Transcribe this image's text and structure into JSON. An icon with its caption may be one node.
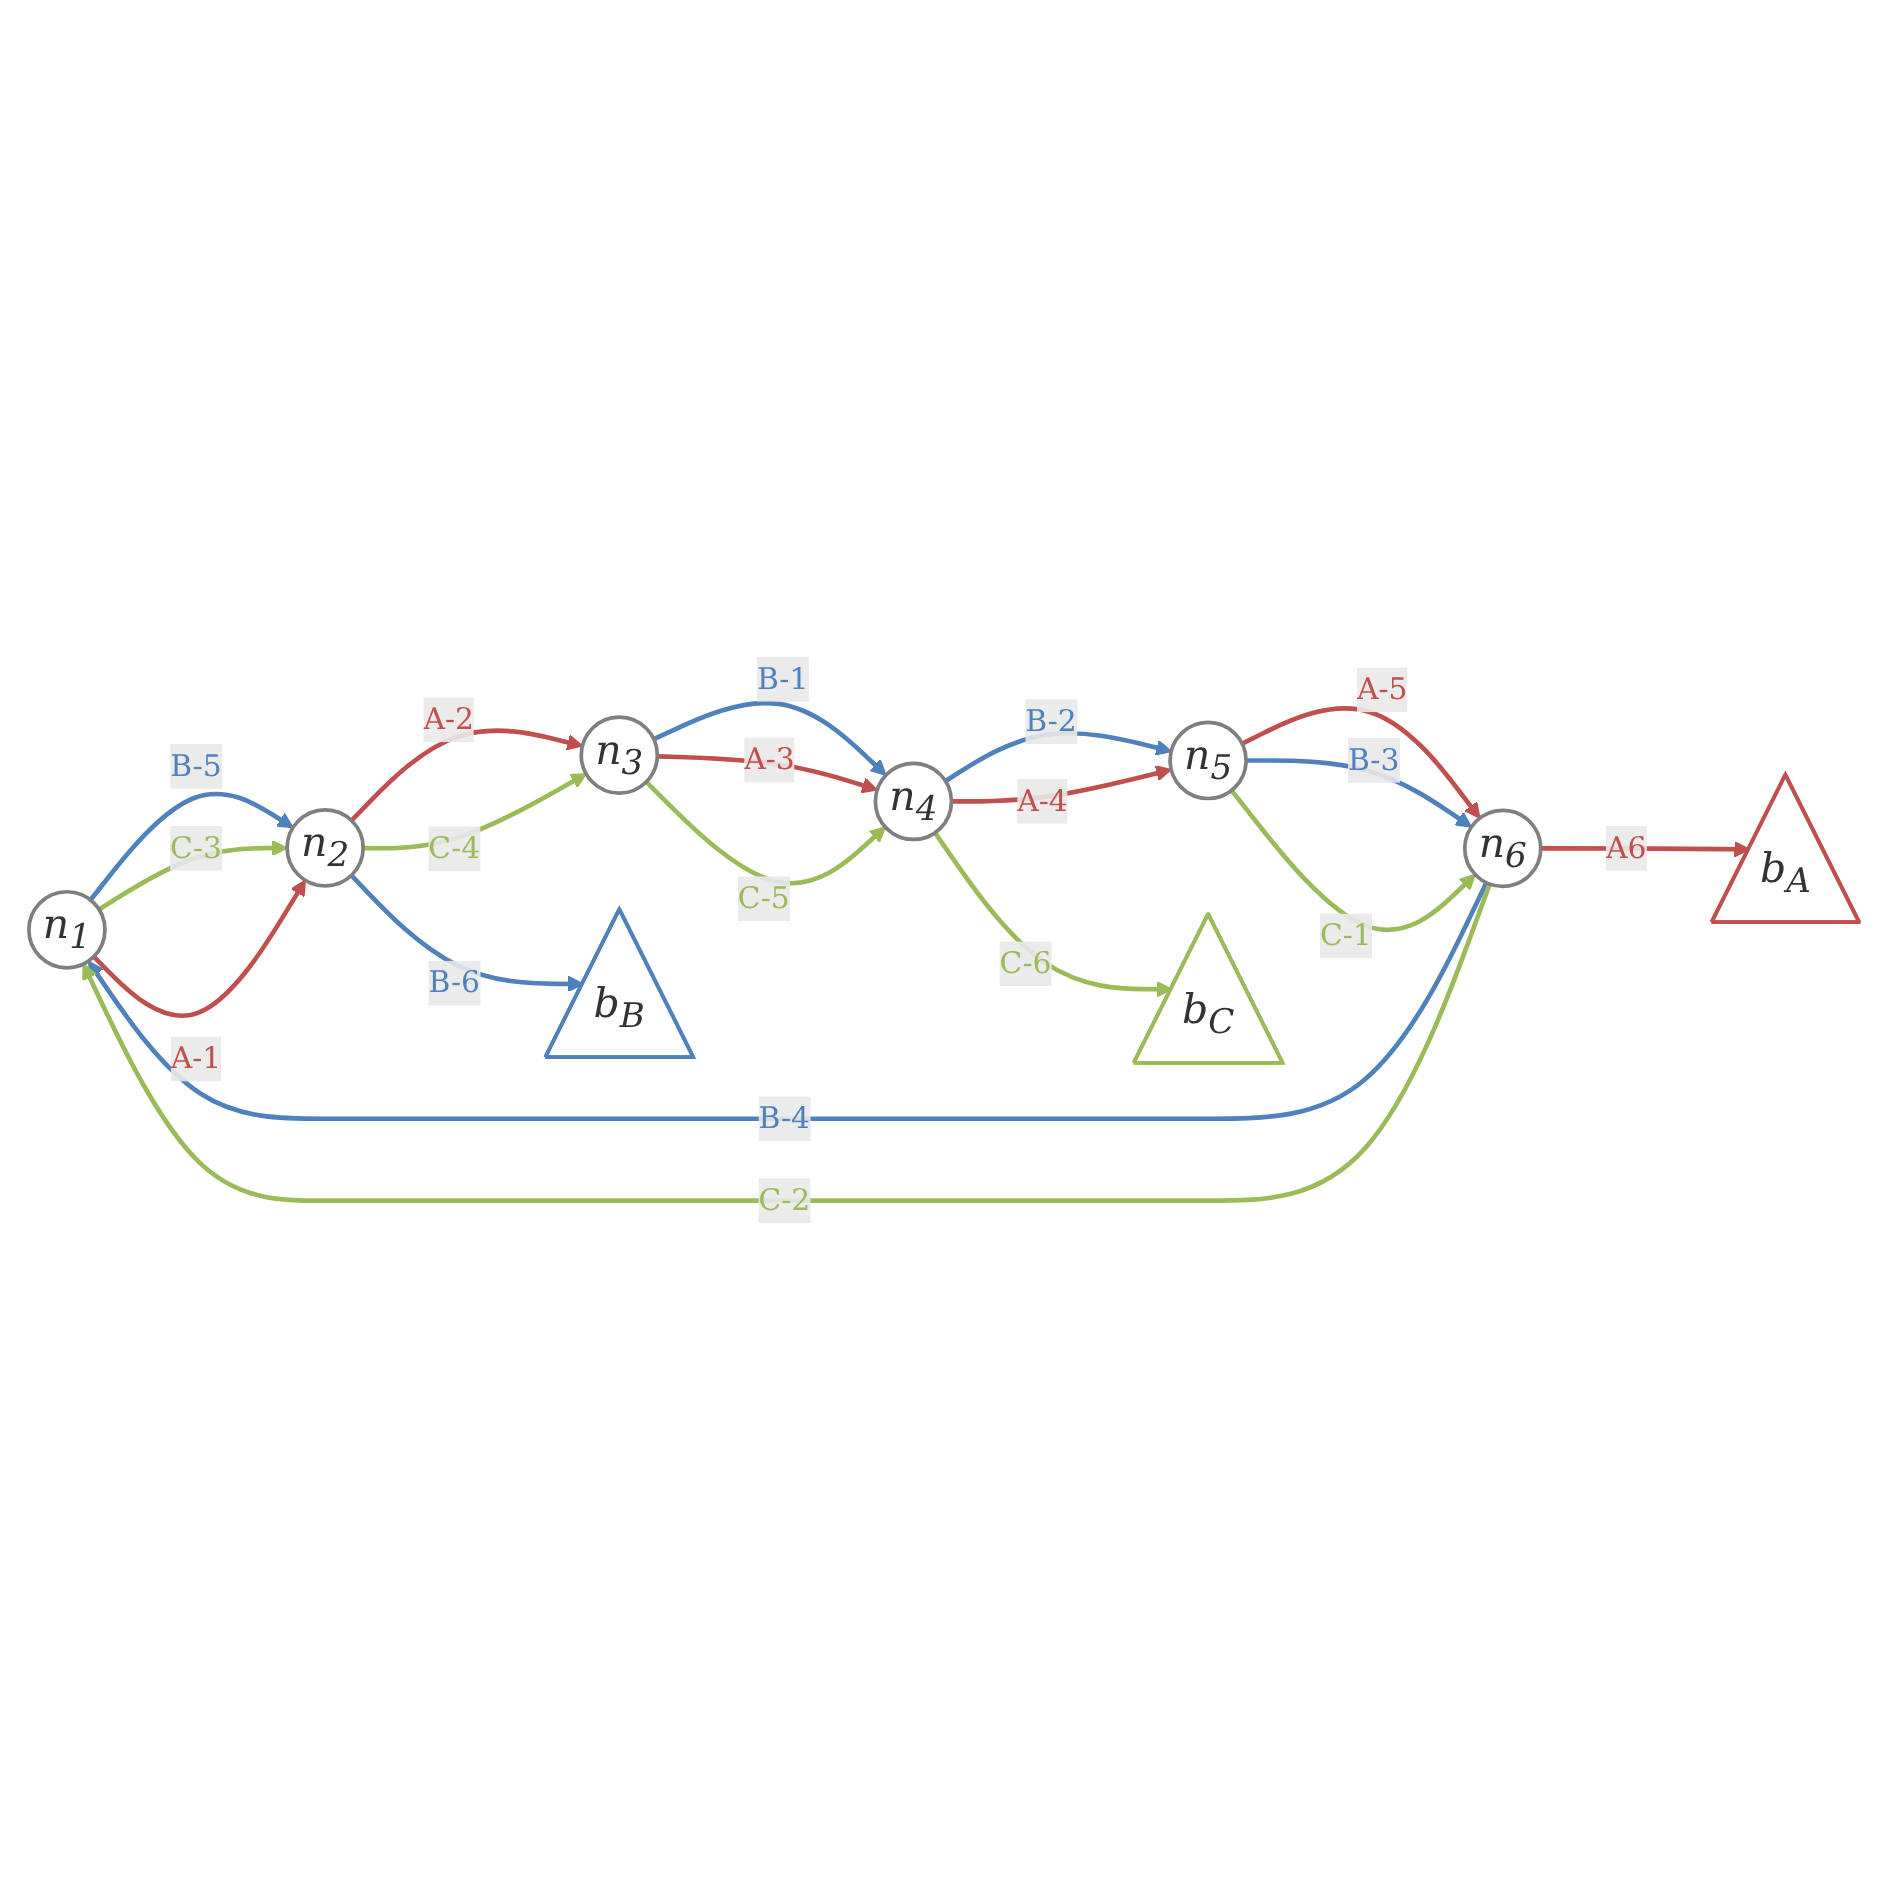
{
  "diagram": {
    "nodes": [
      {
        "text": [
          "n$_{1}$"
        ]
      },
      {
        "text": [
          "n$_{2}$"
        ]
      },
      {
        "text": [
          "n$_{3}$"
        ]
      },
      {
        "text": [
          "n$_{4}$"
        ]
      },
      {
        "text": [
          "n$_{5}$"
        ]
      },
      {
        "text": [
          "n$_{6}$"
        ]
      },
      {
        "text": [
          "b$_{A}$"
        ]
      },
      {
        "text": [
          "b$_{B}$"
        ]
      },
      {
        "text": [
          "b$_{C}$"
        ]
      }
    ],
    "edges": [
      {
        "from": 0,
        "to": 1,
        "arrow": "to",
        "label": "B-5",
        "color": "#4f81bd"
      },
      {
        "from": 0,
        "to": 1,
        "arrow": "to",
        "label": "C-3",
        "color": "#9bbb59"
      },
      {
        "from": 0,
        "to": 1,
        "arrow": "to",
        "label": "A-1",
        "color": "#c0504d"
      },
      {
        "from": 5,
        "to": 0,
        "arrow": "to",
        "label": "B-4",
        "color": "#4f81bd"
      },
      {
        "from": 5,
        "to": 0,
        "arrow": "to",
        "label": "C-2",
        "color": "#9bbb59"
      },
      {
        "from": 1,
        "to": 7,
        "arrow": "to",
        "label": "B-6",
        "color": "#4f81bd"
      },
      {
        "from": 1,
        "to": 2,
        "arrow": "to",
        "label": "A-2",
        "color": "#c0504d"
      },
      {
        "from": 1,
        "to": 2,
        "arrow": "to",
        "label": "C-4",
        "color": "#9bbb59"
      },
      {
        "from": 5,
        "to": 6,
        "arrow": "to",
        "label": "A6",
        "color": "#c0504d"
      },
      {
        "from": 4,
        "to": 5,
        "arrow": "to",
        "label": "A-5",
        "color": "#c0504d"
      },
      {
        "from": 4,
        "to": 5,
        "arrow": "to",
        "label": "B-3",
        "color": "#4f81bd"
      },
      {
        "from": 4,
        "to": 5,
        "arrow": "to",
        "label": "C-1",
        "color": "#9bbb59"
      },
      {
        "from": 3,
        "to": 8,
        "arrow": "to",
        "label": "C-6",
        "color": "#9bbb59"
      },
      {
        "from": 2,
        "to": 3,
        "arrow": "to",
        "label": "B-1",
        "color": "#4f81bd"
      },
      {
        "from": 2,
        "to": 3,
        "arrow": "to",
        "label": "A-3",
        "color": "#c0504d"
      },
      {
        "from": 2,
        "to": 3,
        "arrow": "to",
        "label": "C-5",
        "color": "#9bbb59"
      },
      {
        "from": 3,
        "to": 4,
        "arrow": "to",
        "label": "B-2",
        "color": "#4f81bd"
      },
      {
        "from": 3,
        "to": 4,
        "arrow": "to",
        "label": "A-4",
        "color": "#c0504d"
      }
    ]
  }
}
